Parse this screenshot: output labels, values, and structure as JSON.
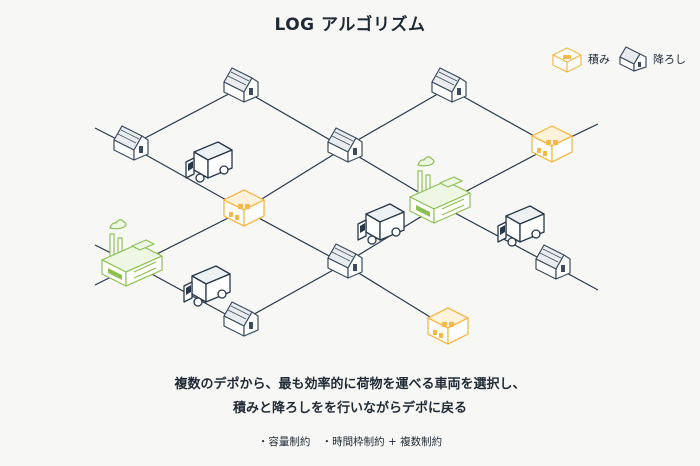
{
  "title": "LOG アルゴリズム",
  "legend": {
    "load": "積み",
    "unload": "降ろし"
  },
  "caption": {
    "line1": "複数のデポから、最も効率的に荷物を運べる車両を選択し、",
    "line2": "積みと降ろしをを行いながらデポに戻る"
  },
  "notes": {
    "a": "・容量制約",
    "b": "・時間枠制約 + 複数制約"
  },
  "colors": {
    "load": "#f3b94a",
    "unload": "#3b4c5e",
    "depot": "#8cc152",
    "line": "#26384a"
  }
}
